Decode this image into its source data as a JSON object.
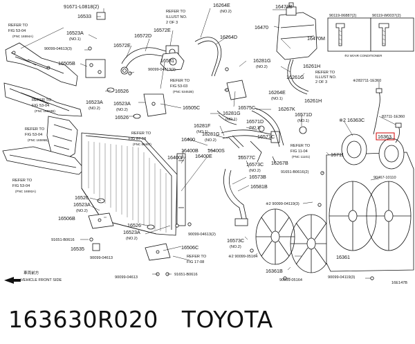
{
  "diagram": {
    "drawing_code": "16E147B",
    "highlighted_part": "16363",
    "front_note": "VEHICLE FRONT SIDE",
    "front_note_jp": "車両前方",
    "labels": [
      {
        "id": "l1",
        "text": "91671-L0818(2)"
      },
      {
        "id": "l2",
        "text": "16533"
      },
      {
        "id": "l3",
        "text": "REFER TO"
      },
      {
        "id": "l4",
        "text": "ILLUST NO."
      },
      {
        "id": "l5",
        "text": "2 OF 3"
      },
      {
        "id": "l6",
        "text": "16264E"
      },
      {
        "id": "l7",
        "text": "(NO.2)"
      },
      {
        "id": "l8",
        "text": "16471B"
      },
      {
        "id": "l9",
        "text": "90119-06887(2)"
      },
      {
        "id": "l10",
        "text": "90119-W0037(2)"
      },
      {
        "id": "l11",
        "text": "16470"
      },
      {
        "id": "l12",
        "text": "REFER TO"
      },
      {
        "id": "l13",
        "text": "FIG 53-04"
      },
      {
        "id": "l14",
        "text": "(PNC 16594A)"
      },
      {
        "id": "l15",
        "text": "16523A"
      },
      {
        "id": "l16",
        "text": "(NO.1)"
      },
      {
        "id": "l17",
        "text": "16572D"
      },
      {
        "id": "l18",
        "text": "16572E"
      },
      {
        "id": "l19",
        "text": "16264D"
      },
      {
        "id": "l20",
        "text": "90099-04613(3)"
      },
      {
        "id": "l21",
        "text": "16572E"
      },
      {
        "id": "l22",
        "text": "16581"
      },
      {
        "id": "l23",
        "text": "16470M"
      },
      {
        "id": "l24",
        "text": "※2 W/AIR CONDITIONER"
      },
      {
        "id": "l25",
        "text": "16505B"
      },
      {
        "id": "l26",
        "text": "90099-04613(2)"
      },
      {
        "id": "l27",
        "text": "16281G"
      },
      {
        "id": "l28",
        "text": "(NO.2)"
      },
      {
        "id": "l29",
        "text": "16261H"
      },
      {
        "id": "l30",
        "text": "REFER TO"
      },
      {
        "id": "l31",
        "text": "FIG 53-03"
      },
      {
        "id": "l32",
        "text": "(PNC 53452B)"
      },
      {
        "id": "l33",
        "text": "16261G"
      },
      {
        "id": "l34",
        "text": "REFER TO"
      },
      {
        "id": "l35",
        "text": "ILLUST NO."
      },
      {
        "id": "l36",
        "text": "2 OF 3"
      },
      {
        "id": "l37",
        "text": "※2"
      },
      {
        "id": "l38",
        "text": "82711-1E360"
      },
      {
        "id": "l39",
        "text": "16526"
      },
      {
        "id": "l40",
        "text": "16264E"
      },
      {
        "id": "l41",
        "text": "(NO.1)"
      },
      {
        "id": "l42",
        "text": "16261H"
      },
      {
        "id": "l43",
        "text": "REFER TO"
      },
      {
        "id": "l44",
        "text": "FIG 53-04"
      },
      {
        "id": "l45",
        "text": "(PNC 16593B)"
      },
      {
        "id": "l46",
        "text": "16523A"
      },
      {
        "id": "l47",
        "text": "(NO.2)"
      },
      {
        "id": "l48",
        "text": "16523A"
      },
      {
        "id": "l49",
        "text": "(NO.2)"
      },
      {
        "id": "l50",
        "text": "16526"
      },
      {
        "id": "l51",
        "text": "16505C"
      },
      {
        "id": "l52",
        "text": "16575C"
      },
      {
        "id": "l53",
        "text": "16267K"
      },
      {
        "id": "l54",
        "text": "16281G"
      },
      {
        "id": "l55",
        "text": "(NO.1)"
      },
      {
        "id": "l56",
        "text": "16571D"
      },
      {
        "id": "l57",
        "text": "(NO.1)"
      },
      {
        "id": "l58",
        "text": "※2 16363C"
      },
      {
        "id": "l59",
        "text": "82711-1E360"
      },
      {
        "id": "l60",
        "text": "REFER TO"
      },
      {
        "id": "l61",
        "text": "FIG 53-04"
      },
      {
        "id": "l62",
        "text": "(PNC 16595B)"
      },
      {
        "id": "l63",
        "text": "16281F"
      },
      {
        "id": "l64",
        "text": "(NO.1)"
      },
      {
        "id": "l65",
        "text": "16571D"
      },
      {
        "id": "l66",
        "text": "(NO.1)"
      },
      {
        "id": "l67",
        "text": "REFER TO"
      },
      {
        "id": "l68",
        "text": "FIG 87-18"
      },
      {
        "id": "l69",
        "text": "(PNC 88467)"
      },
      {
        "id": "l70",
        "text": "16281G"
      },
      {
        "id": "l71",
        "text": "(NO.2)"
      },
      {
        "id": "l72",
        "text": "16571C"
      },
      {
        "id": "l73",
        "text": "16400"
      },
      {
        "id": "l74",
        "text": "16400B"
      },
      {
        "id": "l75",
        "text": "16400S"
      },
      {
        "id": "l76",
        "text": "16577C"
      },
      {
        "id": "l77",
        "text": "REFER TO"
      },
      {
        "id": "l78",
        "text": "FIG 11-04"
      },
      {
        "id": "l79",
        "text": "(PNC 11101)"
      },
      {
        "id": "l80",
        "text": "16711"
      },
      {
        "id": "l81",
        "text": "16400F"
      },
      {
        "id": "l82",
        "text": "16400E"
      },
      {
        "id": "l83",
        "text": "16573C"
      },
      {
        "id": "l84",
        "text": "(NO.2)"
      },
      {
        "id": "l85",
        "text": "16267B"
      },
      {
        "id": "l86",
        "text": "REFER TO"
      },
      {
        "id": "l87",
        "text": "FIG 53-04"
      },
      {
        "id": "l88",
        "text": "(PNC 16592A)"
      },
      {
        "id": "l89",
        "text": "16573B"
      },
      {
        "id": "l90",
        "text": "91651-B0616(2)"
      },
      {
        "id": "l91",
        "text": "90467-10110"
      },
      {
        "id": "l92",
        "text": "16581B"
      },
      {
        "id": "l93",
        "text": "16526"
      },
      {
        "id": "l94",
        "text": "16523A"
      },
      {
        "id": "l95",
        "text": "(NO.2)"
      },
      {
        "id": "l96",
        "text": "16506B"
      },
      {
        "id": "l97",
        "text": "※2 90099-04119(3)"
      },
      {
        "id": "l98",
        "text": "16526"
      },
      {
        "id": "l99",
        "text": "16523A"
      },
      {
        "id": "l100",
        "text": "(NO.2)"
      },
      {
        "id": "l101",
        "text": "90099-04613(2)"
      },
      {
        "id": "l102",
        "text": "91651-B0616"
      },
      {
        "id": "l103",
        "text": "16535"
      },
      {
        "id": "l104",
        "text": "16506C"
      },
      {
        "id": "l105",
        "text": "16573C"
      },
      {
        "id": "l106",
        "text": "(NO.2)"
      },
      {
        "id": "l107",
        "text": "90099-04613"
      },
      {
        "id": "l108",
        "text": "REFER TO"
      },
      {
        "id": "l109",
        "text": "FIG 17-08"
      },
      {
        "id": "l110",
        "text": "※2 90099-05164"
      },
      {
        "id": "l111",
        "text": "16361"
      },
      {
        "id": "l112",
        "text": "16361B"
      },
      {
        "id": "l113",
        "text": "90099-04613"
      },
      {
        "id": "l114",
        "text": "91651-B0616"
      },
      {
        "id": "l115",
        "text": "90099-05164"
      },
      {
        "id": "l116",
        "text": "90099-04119(3)"
      }
    ]
  },
  "caption": {
    "part_number": "163630R020",
    "brand": "TOYOTA"
  }
}
